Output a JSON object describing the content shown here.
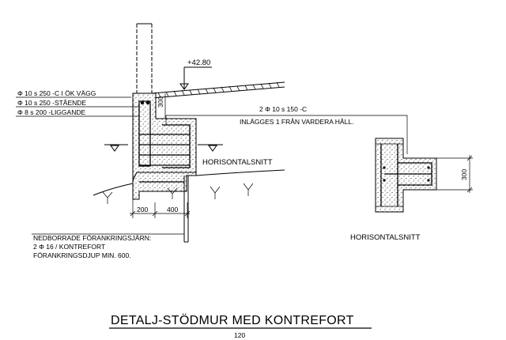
{
  "labels": {
    "level": "+42.80",
    "rebar_1": "Φ 10 s 250 -C I ÖK VÄGG",
    "rebar_2": "Φ 10 s 250 -STÅENDE",
    "rebar_3": "Φ 8 s 200 -LIGGANDE",
    "dim_300_left": "300",
    "rebar_top_1": "2 Φ 10 s 150 -C",
    "rebar_top_2": "INLÄGGES 1 FRÅN VARDERA HÅLL.",
    "section_left": "HORISONTALSNITT",
    "dim_200": "200",
    "dim_400": "400",
    "anchor_1": "NEDBORRADE FÖRANKRINGSJÄRN:",
    "anchor_2": "2 Φ 16 / KONTREFORT",
    "anchor_3": "FÖRANKRINGSDJUP MIN. 600.",
    "dim_300_right": "300",
    "section_right": "HORISONTALSNITT"
  },
  "title": "DETALJ-STÖDMUR MED KONTREFORT",
  "scale": "120"
}
